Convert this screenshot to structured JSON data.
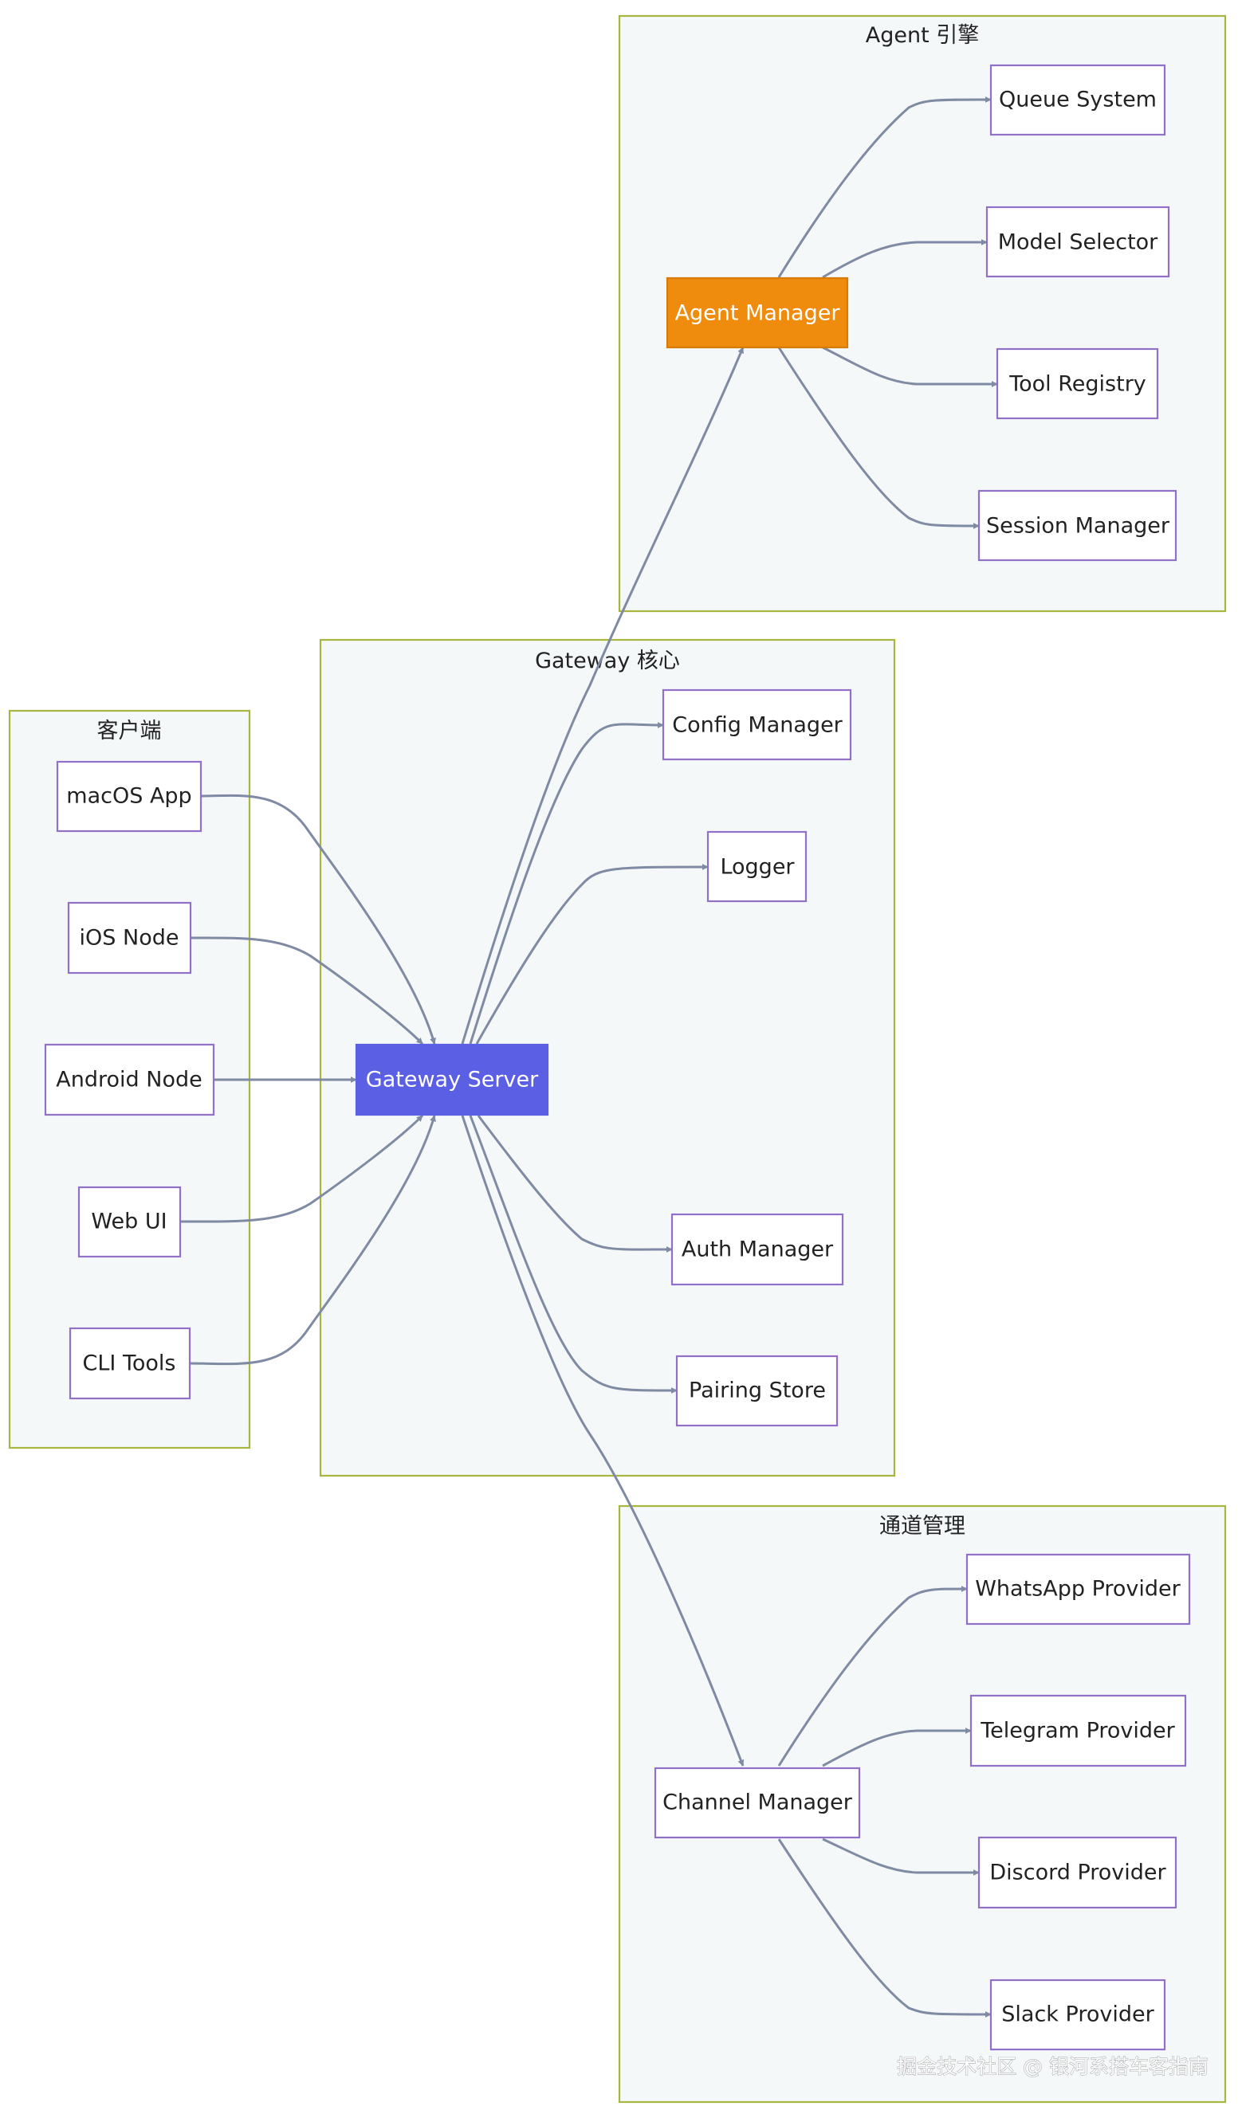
{
  "groups": {
    "agent_engine": "Agent 引擎",
    "gateway_core": "Gateway 核心",
    "clients": "客户端",
    "channel_management": "通道管理"
  },
  "nodes": {
    "queue_system": "Queue System",
    "model_selector": "Model Selector",
    "agent_manager": "Agent Manager",
    "tool_registry": "Tool Registry",
    "session_manager": "Session Manager",
    "config_manager": "Config Manager",
    "logger": "Logger",
    "gateway_server": "Gateway Server",
    "auth_manager": "Auth Manager",
    "pairing_store": "Pairing Store",
    "macos_app": "macOS App",
    "ios_node": "iOS Node",
    "android_node": "Android Node",
    "web_ui": "Web UI",
    "cli_tools": "CLI Tools",
    "whatsapp_provider": "WhatsApp Provider",
    "telegram_provider": "Telegram Provider",
    "channel_manager": "Channel Manager",
    "discord_provider": "Discord Provider",
    "slack_provider": "Slack Provider"
  },
  "edges": [
    {
      "from": "macos_app",
      "to": "gateway_server"
    },
    {
      "from": "ios_node",
      "to": "gateway_server"
    },
    {
      "from": "android_node",
      "to": "gateway_server"
    },
    {
      "from": "web_ui",
      "to": "gateway_server"
    },
    {
      "from": "cli_tools",
      "to": "gateway_server"
    },
    {
      "from": "gateway_server",
      "to": "agent_manager"
    },
    {
      "from": "gateway_server",
      "to": "config_manager"
    },
    {
      "from": "gateway_server",
      "to": "logger"
    },
    {
      "from": "gateway_server",
      "to": "auth_manager"
    },
    {
      "from": "gateway_server",
      "to": "pairing_store"
    },
    {
      "from": "gateway_server",
      "to": "channel_manager"
    },
    {
      "from": "agent_manager",
      "to": "queue_system"
    },
    {
      "from": "agent_manager",
      "to": "model_selector"
    },
    {
      "from": "agent_manager",
      "to": "tool_registry"
    },
    {
      "from": "agent_manager",
      "to": "session_manager"
    },
    {
      "from": "channel_manager",
      "to": "whatsapp_provider"
    },
    {
      "from": "channel_manager",
      "to": "telegram_provider"
    },
    {
      "from": "channel_manager",
      "to": "discord_provider"
    },
    {
      "from": "channel_manager",
      "to": "slack_provider"
    }
  ],
  "colors": {
    "gateway_server": "#5b5fe3",
    "agent_manager": "#ef8c0e",
    "node_border": "#9370c8",
    "group_border": "#a8b63f",
    "edge": "#7f8aa3"
  },
  "watermark": "掘金技术社区 @ 银河系搭车客指南"
}
